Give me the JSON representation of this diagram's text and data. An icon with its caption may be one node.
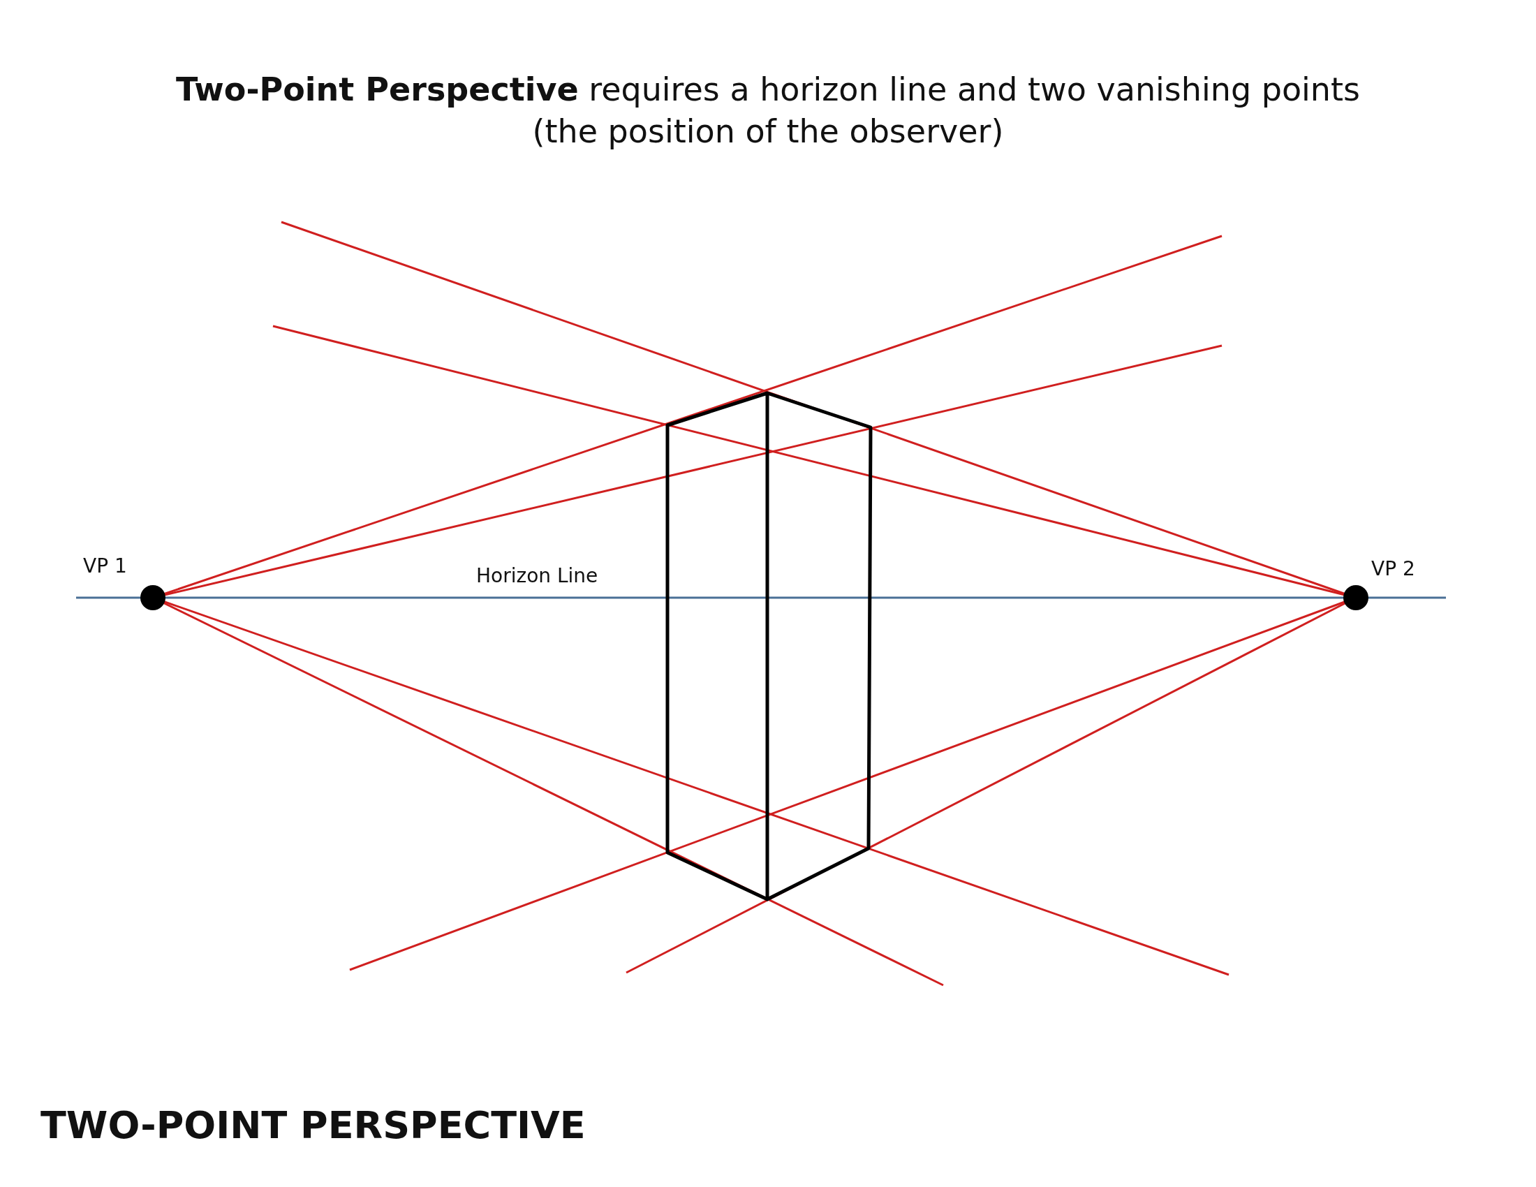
{
  "diagram": {
    "title": "**Two-Point Perspective** requires a horizon line and two vanishing points (the position of the observer)",
    "nodes": [
      {
        "text": [],
        "shape": "circle",
        "beside": [
          "VP 1"
        ]
      },
      {
        "text": [],
        "shape": "circle",
        "beside": [
          "VP 2"
        ]
      }
    ],
    "labels": [
      "Horizon Line",
      "TWO-POINT PERSPECTIVE"
    ]
  }
}
